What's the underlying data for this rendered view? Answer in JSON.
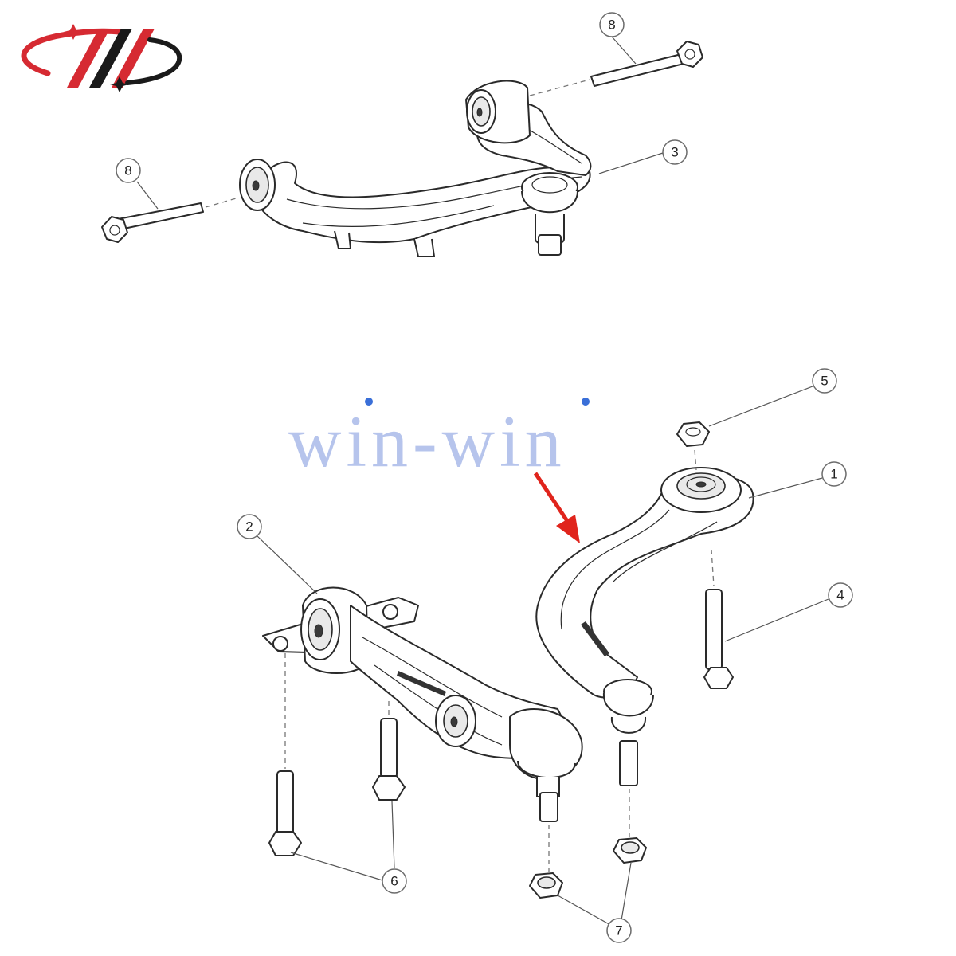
{
  "logo": {
    "name": "win-win brand mark",
    "colors": {
      "red": "#d62a32",
      "black": "#1a1a1a"
    }
  },
  "watermark": {
    "text": "win-win",
    "color": "#9db0e6",
    "dot_color": "#3a6fd8"
  },
  "arrow": {
    "color": "#e0241c"
  },
  "callouts": [
    {
      "id": "c8a",
      "label": "8"
    },
    {
      "id": "c8b",
      "label": "8"
    },
    {
      "id": "c3",
      "label": "3"
    },
    {
      "id": "c5",
      "label": "5"
    },
    {
      "id": "c1",
      "label": "1"
    },
    {
      "id": "c2",
      "label": "2"
    },
    {
      "id": "c4",
      "label": "4"
    },
    {
      "id": "c6",
      "label": "6"
    },
    {
      "id": "c7",
      "label": "7"
    }
  ]
}
